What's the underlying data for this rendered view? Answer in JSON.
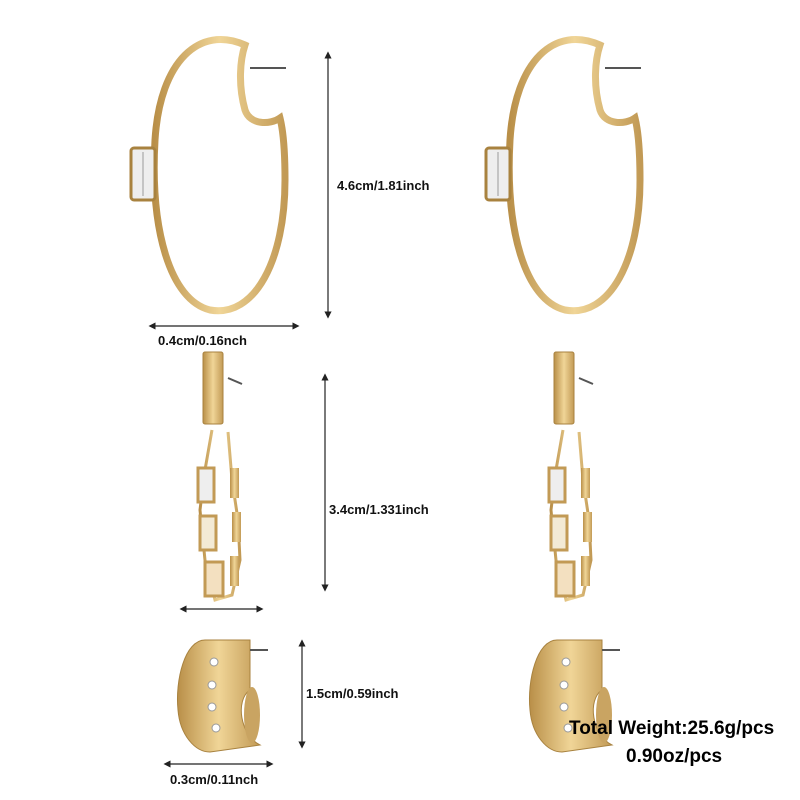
{
  "colors": {
    "gold": "#d9b36a",
    "gold_dark": "#a8823f",
    "gold_light": "#f3dfae",
    "crystal": "#f4f4f4",
    "post": "#555555"
  },
  "measurements": {
    "hoop_height": "4.6cm/1.81inch",
    "hoop_width": "0.4cm/0.16nch",
    "drop_height": "3.4cm/1.331inch",
    "huggie_height": "1.5cm/0.59inch",
    "huggie_width": "0.3cm/0.11nch"
  },
  "weight": {
    "line1": "Total Weight:25.6g/pcs",
    "line2": "0.90oz/pcs"
  }
}
